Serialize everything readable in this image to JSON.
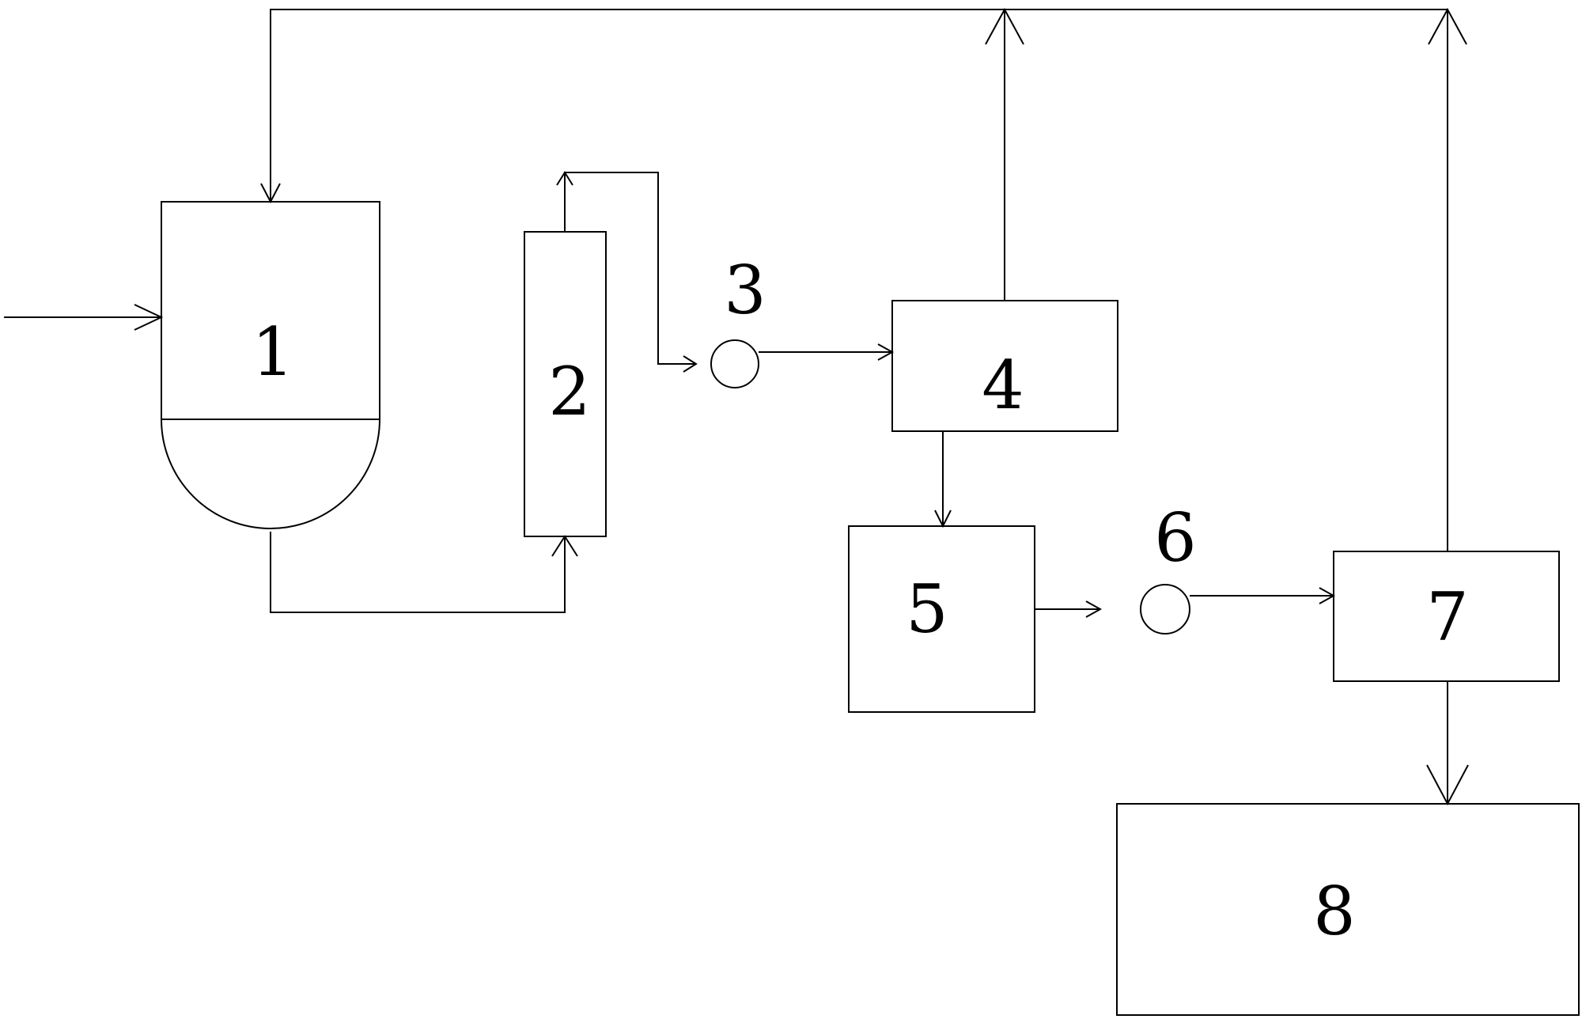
{
  "diagram": {
    "labels": {
      "unit1": "1",
      "unit2": "2",
      "unit3": "3",
      "unit4": "4",
      "unit5": "5",
      "unit6": "6",
      "unit7": "7",
      "unit8": "8"
    }
  }
}
